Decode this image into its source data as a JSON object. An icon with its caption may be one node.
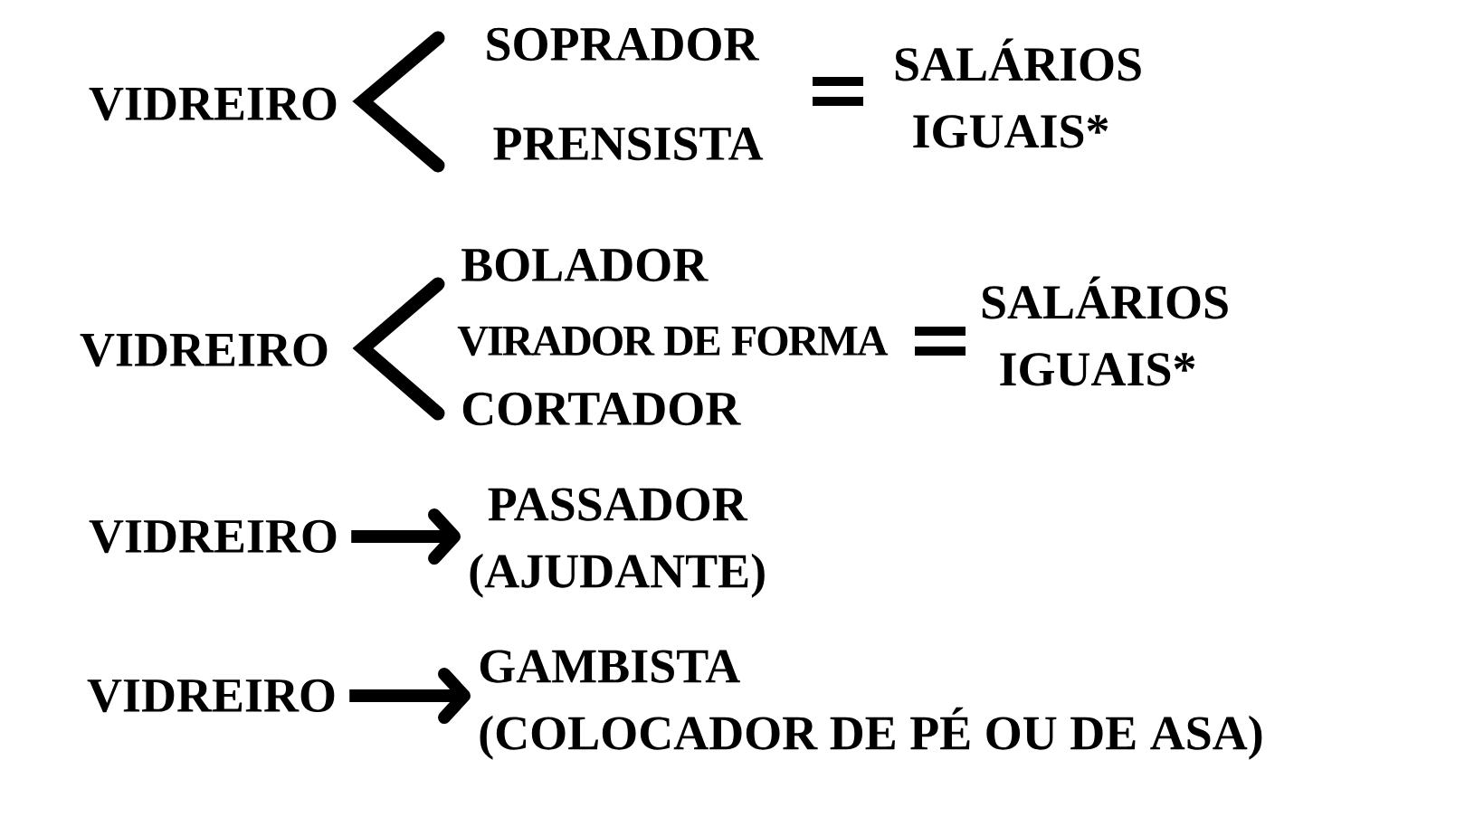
{
  "diagram": {
    "nodes": [
      {
        "text": [
          "VIDREIRO"
        ]
      },
      {
        "text": [
          "PASSADOR",
          "(AJUDANTE)"
        ]
      },
      {
        "text": [
          "VIDREIRO"
        ]
      },
      {
        "text": [
          "GAMBISTA",
          "(COLOCADOR DE PÉ OU DE ASA)"
        ]
      }
    ],
    "edges": [
      {
        "from": 0,
        "to": 1,
        "arrow": "to"
      },
      {
        "from": 2,
        "to": 3,
        "arrow": "to"
      }
    ],
    "labels": [
      "VIDREIRO",
      "SOPRADOR",
      "PRENSISTA",
      "SALÁRIOS IGUAIS*",
      "VIDREIRO",
      "BOLADOR",
      "VIRADOR DE FORMA",
      "CORTADOR",
      "SALÁRIOS IGUAIS*"
    ]
  }
}
